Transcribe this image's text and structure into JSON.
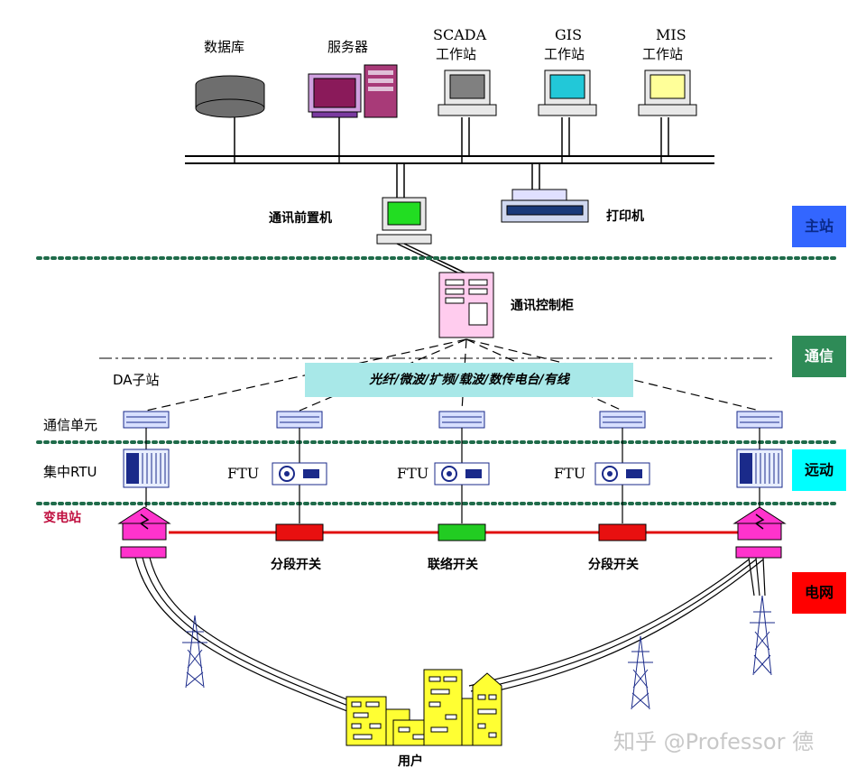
{
  "main_station": {
    "database": "数据库",
    "server": "服务器",
    "scada": [
      "SCADA",
      "工作站"
    ],
    "gis": [
      "GIS",
      "工作站"
    ],
    "mis": [
      "MIS",
      "工作站"
    ],
    "front_end": "通讯前置机",
    "printer": "打印机"
  },
  "comm": {
    "cabinet": "通讯控制柜",
    "da_substation": "DA子站",
    "comm_unit": "通信单元",
    "channel": "光纤/微波/扩频/载波/数传电台/有线"
  },
  "remote": {
    "rtu": "集中RTU",
    "ftu": "FTU"
  },
  "grid": {
    "substation": "变电站",
    "sectional_switch": "分段开关",
    "tie_switch": "联络开关",
    "users": "用户"
  },
  "levels": [
    {
      "label": "主站",
      "color": "#3366ff",
      "text_color": "#0a2a8a"
    },
    {
      "label": "通信",
      "color": "#2e8b57",
      "text_color": "#ffffff"
    },
    {
      "label": "远动",
      "color": "#00ffff",
      "text_color": "#000000"
    },
    {
      "label": "电网",
      "color": "#ff0000",
      "text_color": "#000000"
    }
  ],
  "watermark": "知乎 @Professor 德",
  "colors": {
    "dotted_line": "#1f6b4a",
    "power_line": "#e01010",
    "substation": "#ff33cc",
    "sectional": "#e81010",
    "tie": "#22cc22",
    "channel_band": "#a8e8e8",
    "building": "#ffff33"
  }
}
